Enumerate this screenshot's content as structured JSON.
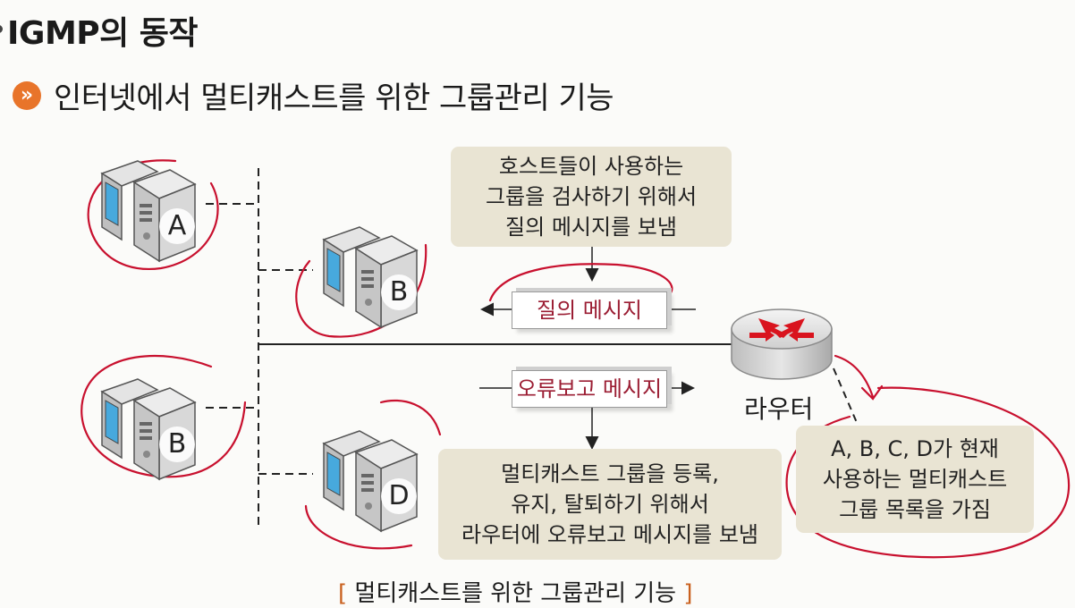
{
  "header": {
    "title": "IGMP의 동작",
    "subtitle_icon": "double-chevron-right-icon",
    "subtitle": "인터넷에서 멀티캐스트를 위한 그룹관리 기능"
  },
  "hosts": {
    "a": "A",
    "b_top": "B",
    "b_bottom": "B",
    "d": "D"
  },
  "notes": {
    "query_lines": [
      "호스트들이 사용하는",
      "그룹을 검사하기 위해서",
      "질의 메시지를 보냄"
    ],
    "report_lines": [
      "멀티캐스트 그룹을 등록,",
      "유지, 탈퇴하기 위해서",
      "라우터에 오류보고 메시지를 보냄"
    ],
    "router_lines": [
      "A, B, C, D가 현재",
      "사용하는 멀티캐스트",
      "그룹 목록을 가짐"
    ]
  },
  "messages": {
    "query": "질의 메시지",
    "report": "오류보고 메시지"
  },
  "router_label": "라우터",
  "caption": {
    "open": "[ ",
    "text": "멀티캐스트를 위한 그룹관리 기능",
    "close": " ]"
  },
  "colors": {
    "accent_orange": "#e8742a",
    "message_text": "#9b1d33",
    "annotation_red": "#c8102e",
    "note_bg": "#e9e4d3",
    "router_arrow": "#d9141e"
  }
}
